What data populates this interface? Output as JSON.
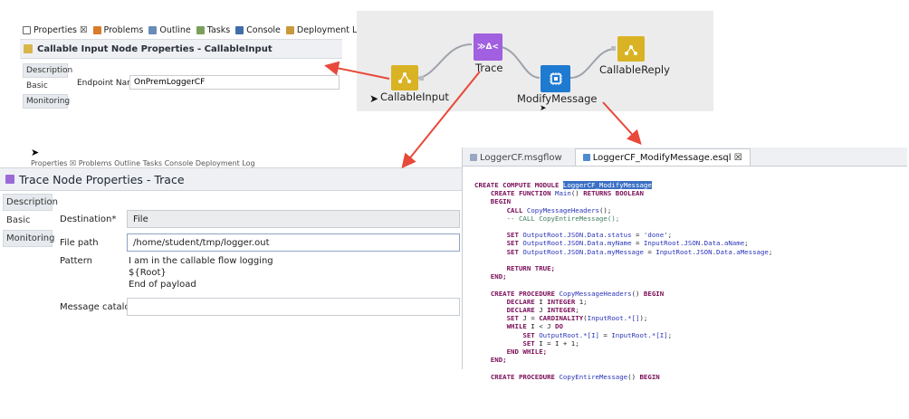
{
  "panel_top_left": {
    "tabs": [
      "Properties ☒",
      "Problems",
      "Outline",
      "Tasks",
      "Console",
      "Deployment Log"
    ],
    "title": "Callable Input Node Properties - CallableInput",
    "side": [
      "Description",
      "Basic",
      "Monitoring"
    ],
    "field_label": "Endpoint Name*",
    "field_value": "OnPremLoggerCF"
  },
  "flow": {
    "nodes": {
      "callable_input": "CallableInput",
      "trace": "Trace",
      "modify": "ModifyMessage",
      "reply": "CallableReply"
    },
    "trace_glyph": "≫Δ<"
  },
  "panel_trace": {
    "tabs_text": "Properties ☒  Problems  Outline  Tasks  Console  Deployment Log",
    "title": "Trace Node Properties - Trace",
    "side": [
      "Description",
      "Basic",
      "Monitoring"
    ],
    "destination_label": "Destination*",
    "destination_value": "File",
    "filepath_label": "File path",
    "filepath_value": "/home/student/tmp/logger.out",
    "pattern_label": "Pattern",
    "pattern_lines": [
      "I am in the callable flow logging",
      "${Root}",
      "End of payload"
    ],
    "catalog_label": "Message catalog"
  },
  "editor": {
    "tab1": "LoggerCF.msgflow",
    "tab2": "LoggerCF_ModifyMessage.esql ☒",
    "module_name": "LoggerCF_ModifyMessage",
    "code": [
      "CREATE FUNCTION Main() RETURNS BOOLEAN",
      "BEGIN",
      "CALL CopyMessageHeaders();",
      "-- CALL CopyEntireMessage();",
      "SET OutputRoot.JSON.Data.status = 'done';",
      "SET OutputRoot.JSON.Data.myName = InputRoot.JSON.Data.aName;",
      "SET OutputRoot.JSON.Data.myMessage = InputRoot.JSON.Data.aMessage;",
      "RETURN TRUE;",
      "END;",
      "CREATE PROCEDURE CopyMessageHeaders() BEGIN",
      "DECLARE I INTEGER 1;",
      "DECLARE J INTEGER;",
      "SET J = CARDINALITY(InputRoot.*[]);",
      "WHILE I < J DO",
      "SET OutputRoot.*[I] = InputRoot.*[I];",
      "SET I = I + 1;",
      "END WHILE;",
      "END;",
      "CREATE PROCEDURE CopyEntireMessage() BEGIN"
    ],
    "create_module_prefix": "CREATE COMPUTE MODULE "
  },
  "colors": {
    "arrow": "#e8493a",
    "trace_node": "#a060e0",
    "callable_node": "#d9b324",
    "modify_node": "#1f7ad1"
  }
}
